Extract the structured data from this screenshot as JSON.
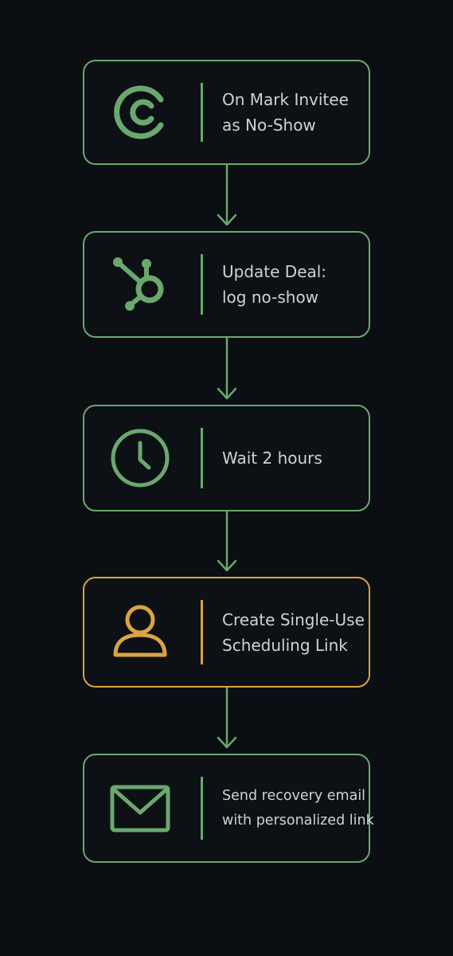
{
  "steps": [
    {
      "lines": [
        "On Mark Invitee",
        "as No-Show"
      ],
      "icon": "calendly-icon",
      "accent": "#6aa86e"
    },
    {
      "lines": [
        "Update Deal:",
        "log no-show"
      ],
      "icon": "hubspot-icon",
      "accent": "#6aa86e"
    },
    {
      "lines": [
        "Wait 2 hours"
      ],
      "icon": "clock-icon",
      "accent": "#6aa86e"
    },
    {
      "lines": [
        "Create Single-Use",
        "Scheduling Link"
      ],
      "icon": "user-icon",
      "accent": "#d9a441"
    },
    {
      "lines": [
        "Send recovery email",
        "with personalized link"
      ],
      "icon": "mail-icon",
      "accent": "#6aa86e"
    }
  ],
  "colors": {
    "background": "#0b0e13",
    "green": "#6aa86e",
    "orange": "#d9a441",
    "text": "#cfd3d6"
  }
}
